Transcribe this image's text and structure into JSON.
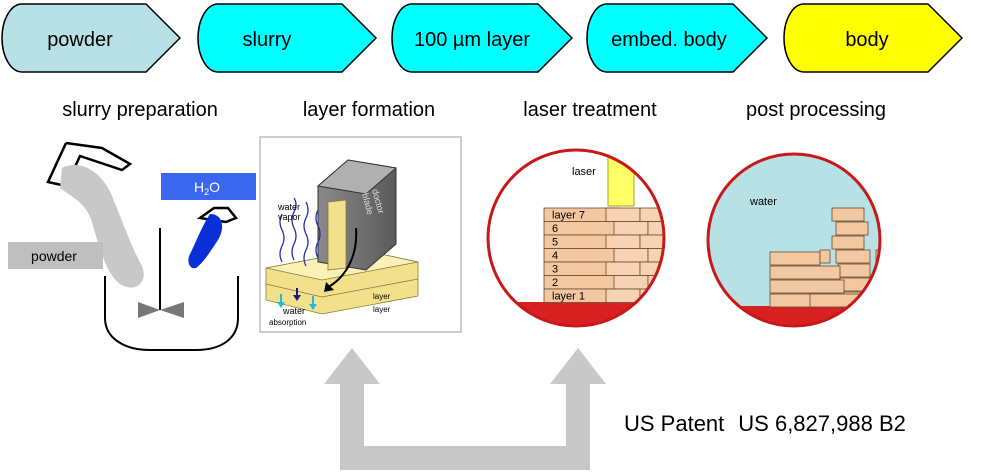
{
  "process_steps": [
    {
      "label": "powder",
      "color": "#b7e1e5"
    },
    {
      "label": "slurry",
      "color": "#00ffff"
    },
    {
      "label": "100 µm layer",
      "color": "#00ffff"
    },
    {
      "label": "embed. body",
      "color": "#00ffff"
    },
    {
      "label": "body",
      "color": "#ffff00"
    }
  ],
  "stage_titles": {
    "slurry_preparation": "slurry preparation",
    "layer_formation": "layer formation",
    "laser_treatment": "laser treatment",
    "post_processing": "post processing"
  },
  "slurry_panel": {
    "h2o_label": "H",
    "h2o_sub": "2",
    "h2o_suffix": "O",
    "powder_label": "powder",
    "h2o_color": "#3a66f0",
    "powder_color": "#bfbfbf"
  },
  "layer_panel": {
    "water_vapor_1": "water",
    "water_vapor_2": "vapor",
    "doctor_blade_1": "doctor",
    "doctor_blade_2": "blade",
    "layer_label_top": "layer",
    "layer_label_bottom": "layer",
    "water_label": "water",
    "absorption_label": "absorption"
  },
  "laser_panel": {
    "laser_label": "laser",
    "layers": [
      "layer 7",
      "6",
      "5",
      "4",
      "3",
      "2",
      "layer 1"
    ]
  },
  "post_panel": {
    "water_label": "water"
  },
  "patent": {
    "prefix": "US Patent",
    "number": "US 6,827,988 B2"
  }
}
